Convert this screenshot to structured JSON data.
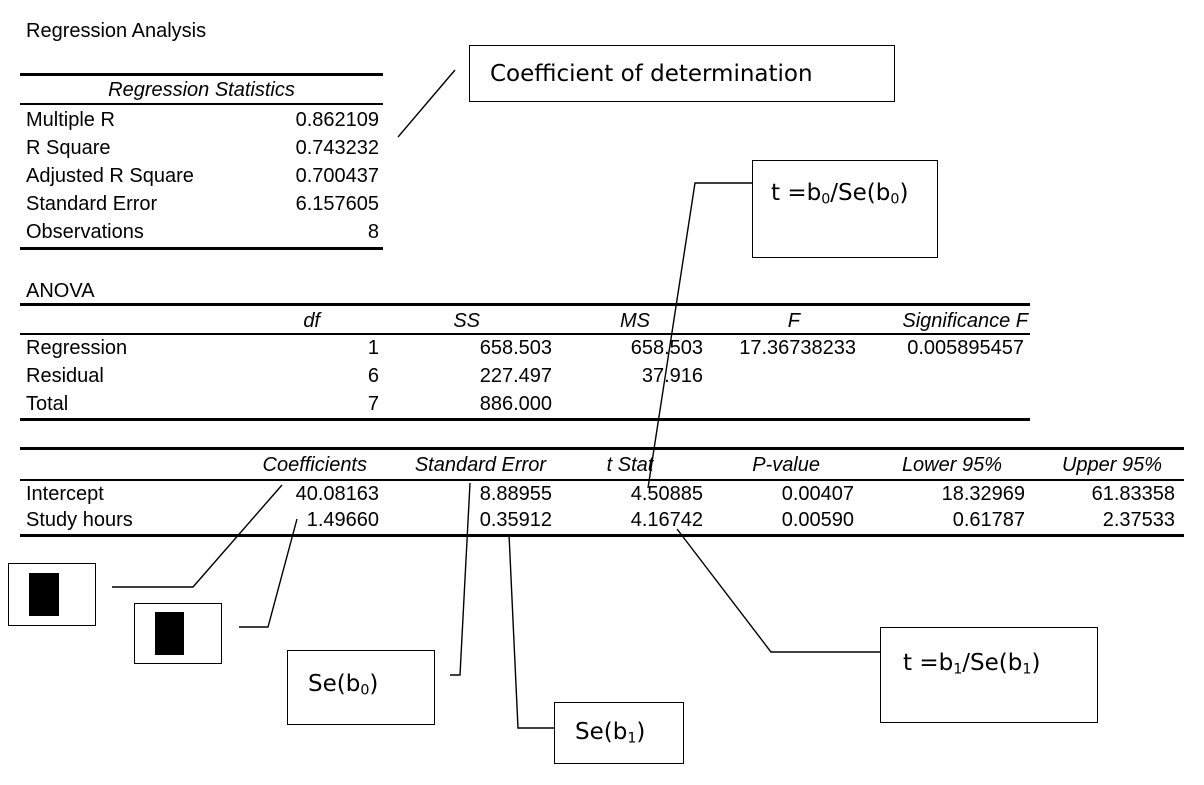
{
  "title": "Regression Analysis",
  "regression_statistics": {
    "header": "Regression Statistics",
    "rows": [
      {
        "label": "Multiple R",
        "value": "0.862109"
      },
      {
        "label": "R Square",
        "value": "0.743232"
      },
      {
        "label": "Adjusted R Square",
        "value": "0.700437"
      },
      {
        "label": "Standard Error",
        "value": "6.157605"
      },
      {
        "label": "Observations",
        "value": "8"
      }
    ]
  },
  "anova": {
    "title": "ANOVA",
    "headers": {
      "df": "df",
      "ss": "SS",
      "ms": "MS",
      "f": "F",
      "sig": "Significance F"
    },
    "rows": [
      {
        "label": "Regression",
        "df": "1",
        "ss": "658.503",
        "ms": "658.503",
        "f": "17.36738233",
        "sig": "0.005895457"
      },
      {
        "label": "Residual",
        "df": "6",
        "ss": "227.497",
        "ms": "37.916",
        "f": "",
        "sig": ""
      },
      {
        "label": "Total",
        "df": "7",
        "ss": "886.000",
        "ms": "",
        "f": "",
        "sig": ""
      }
    ]
  },
  "coefficients": {
    "headers": {
      "coef": "Coefficients",
      "se": "Standard Error",
      "t": "t Stat",
      "p": "P-value",
      "lower": "Lower 95%",
      "upper": "Upper 95%"
    },
    "rows": [
      {
        "label": "Intercept",
        "coef": "40.08163",
        "se": "8.88955",
        "t": "4.50885",
        "p": "0.00407",
        "lower": "18.32969",
        "upper": "61.83358"
      },
      {
        "label": "Study hours",
        "coef": "1.49660",
        "se": "0.35912",
        "t": "4.16742",
        "p": "0.00590",
        "lower": "0.61787",
        "upper": "2.37533"
      }
    ]
  },
  "annotations": {
    "coef_determination": "Coefficient of determination",
    "t0": {
      "prefix": "t =b",
      "sub1": "0",
      "mid": "/Se(b",
      "sub2": "0",
      "suffix": ")"
    },
    "t1": {
      "prefix": "t =b",
      "sub1": "1",
      "mid": "/Se(b",
      "sub2": "1",
      "suffix": ")"
    },
    "se0": {
      "prefix": "Se(b",
      "sub": "0",
      "suffix": ")"
    },
    "se1": {
      "prefix": "Se(b",
      "sub": "1",
      "suffix": ")"
    }
  }
}
